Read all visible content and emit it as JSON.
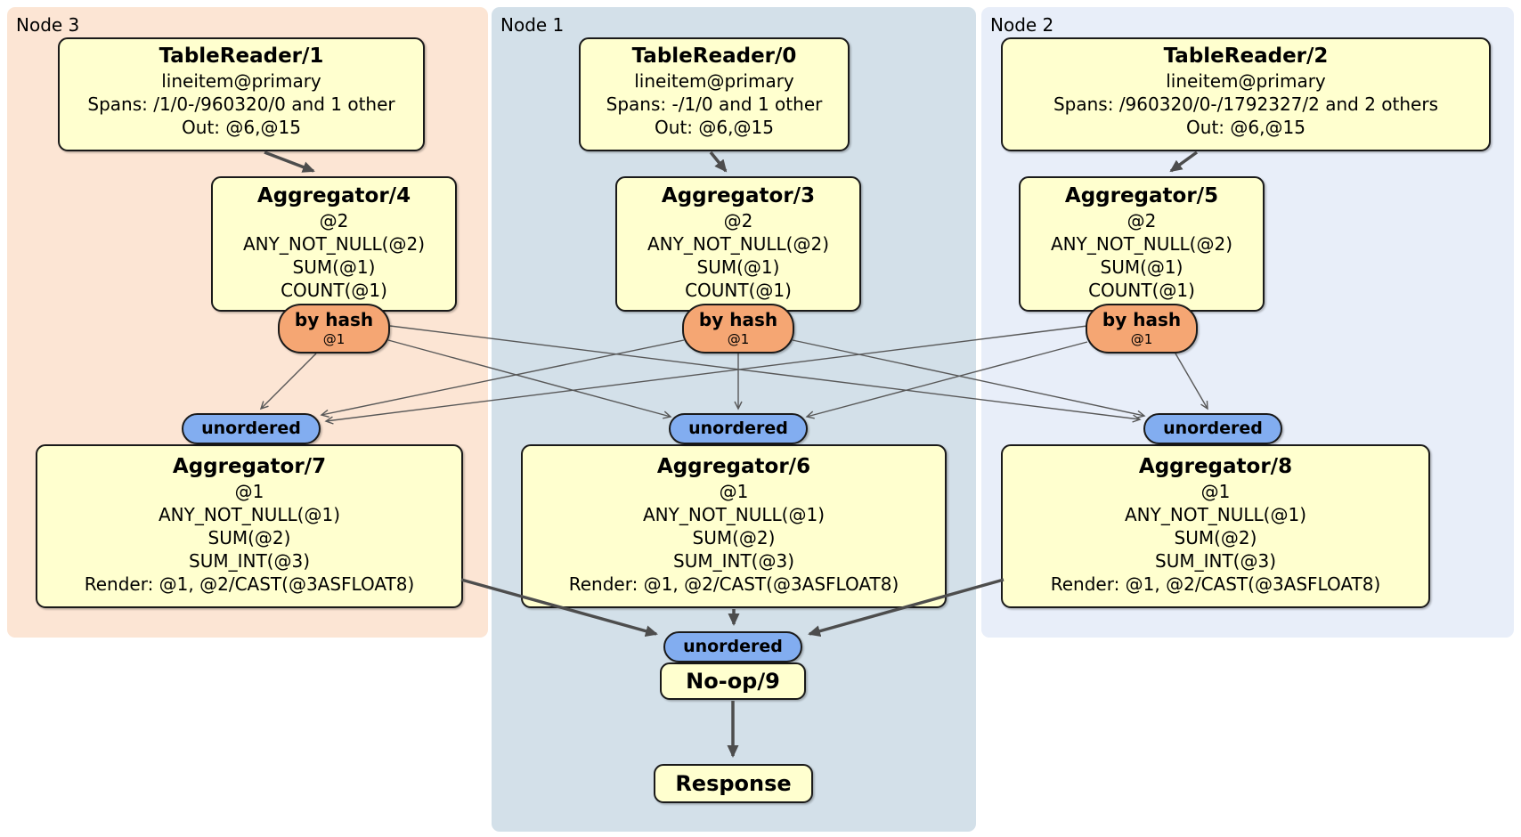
{
  "regions": [
    {
      "label": "Node 3"
    },
    {
      "label": "Node 1"
    },
    {
      "label": "Node 2"
    }
  ],
  "processors": {
    "tr1": {
      "title": "TableReader/1",
      "lines": [
        "lineitem@primary",
        "Spans: /1/0-/960320/0 and 1 other",
        "Out: @6,@15"
      ]
    },
    "tr0": {
      "title": "TableReader/0",
      "lines": [
        "lineitem@primary",
        "Spans: -/1/0 and 1 other",
        "Out: @6,@15"
      ]
    },
    "tr2": {
      "title": "TableReader/2",
      "lines": [
        "lineitem@primary",
        "Spans: /960320/0-/1792327/2 and 2 others",
        "Out: @6,@15"
      ]
    },
    "agg4": {
      "title": "Aggregator/4",
      "lines": [
        "@2",
        "ANY_NOT_NULL(@2)",
        "SUM(@1)",
        "COUNT(@1)"
      ]
    },
    "agg3": {
      "title": "Aggregator/3",
      "lines": [
        "@2",
        "ANY_NOT_NULL(@2)",
        "SUM(@1)",
        "COUNT(@1)"
      ]
    },
    "agg5": {
      "title": "Aggregator/5",
      "lines": [
        "@2",
        "ANY_NOT_NULL(@2)",
        "SUM(@1)",
        "COUNT(@1)"
      ]
    },
    "agg7": {
      "title": "Aggregator/7",
      "lines": [
        "@1",
        "ANY_NOT_NULL(@1)",
        "SUM(@2)",
        "SUM_INT(@3)",
        "Render: @1, @2/CAST(@3ASFLOAT8)"
      ]
    },
    "agg6": {
      "title": "Aggregator/6",
      "lines": [
        "@1",
        "ANY_NOT_NULL(@1)",
        "SUM(@2)",
        "SUM_INT(@3)",
        "Render: @1, @2/CAST(@3ASFLOAT8)"
      ]
    },
    "agg8": {
      "title": "Aggregator/8",
      "lines": [
        "@1",
        "ANY_NOT_NULL(@1)",
        "SUM(@2)",
        "SUM_INT(@3)",
        "Render: @1, @2/CAST(@3ASFLOAT8)"
      ]
    },
    "noop": {
      "title": "No-op/9"
    },
    "response": {
      "title": "Response"
    }
  },
  "routers": {
    "r4": {
      "label": "by hash",
      "sub": "@1"
    },
    "r3": {
      "label": "by hash",
      "sub": "@1"
    },
    "r5": {
      "label": "by hash",
      "sub": "@1"
    }
  },
  "streams": {
    "s7": {
      "label": "unordered"
    },
    "s6": {
      "label": "unordered"
    },
    "s8": {
      "label": "unordered"
    },
    "final": {
      "label": "unordered"
    }
  },
  "colors": {
    "node3_bg": "#FCE5D4",
    "node1_bg": "#D3E0E9",
    "node2_bg": "#E8EEF9",
    "box_bg": "#FFFFCF",
    "router_bg": "#F5A673",
    "stream_bg": "#82ADF0",
    "edge": "#4D4D4D"
  }
}
